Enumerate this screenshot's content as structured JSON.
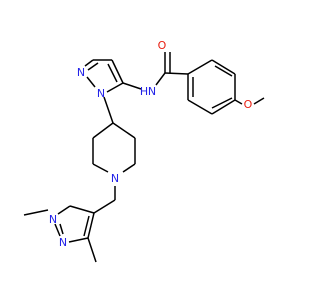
{
  "molecule": {
    "atoms": {
      "O_carbonyl": {
        "symbol": "O",
        "color": "#e81f12"
      },
      "O_methoxy": {
        "symbol": "O",
        "color": "#e81f12"
      },
      "N_amide": {
        "symbol": "N",
        "color": "#2323e8"
      },
      "H_amide": {
        "symbol": "H",
        "color": "#2323e8"
      },
      "N_pyrazole1_a": {
        "symbol": "N",
        "color": "#2323e8"
      },
      "N_pyrazole1_b": {
        "symbol": "N",
        "color": "#2323e8"
      },
      "N_piperidine": {
        "symbol": "N",
        "color": "#2323e8"
      },
      "N_pyrazole2_a": {
        "symbol": "N",
        "color": "#2323e8"
      },
      "N_pyrazole2_b": {
        "symbol": "N",
        "color": "#2323e8"
      }
    }
  }
}
